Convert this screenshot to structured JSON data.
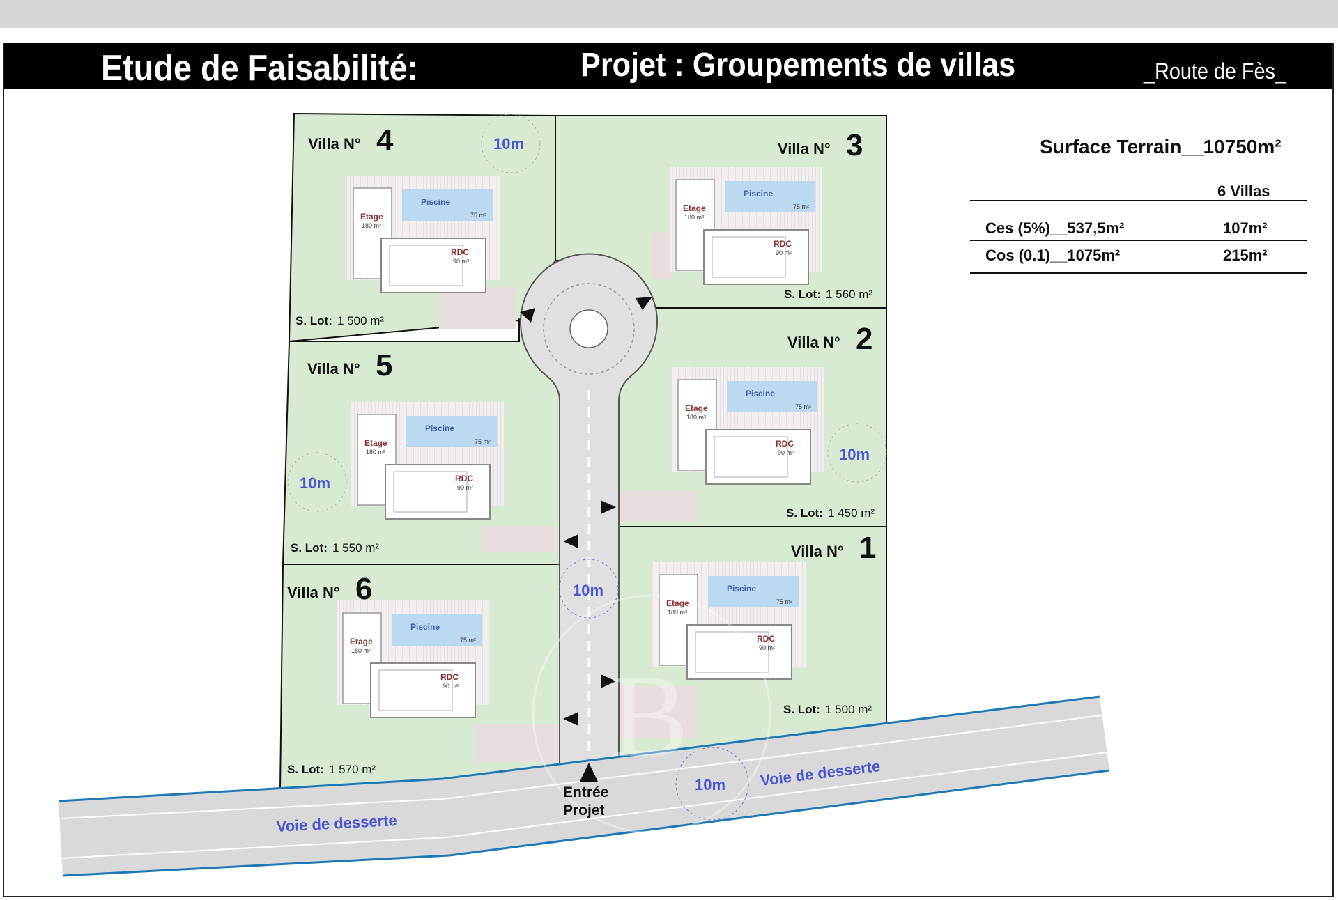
{
  "header": {
    "title": "Etude de Faisabilité:",
    "project": "Projet : Groupements de villas",
    "location": "_Route de Fès_"
  },
  "summary": {
    "surface": "Surface Terrain__10750m²",
    "villas_count": "6 Villas",
    "rows": [
      {
        "label": "Ces (5%)__537,5m²",
        "value": "107m²"
      },
      {
        "label": "Cos (0.1)__1075m²",
        "value": "215m²"
      }
    ]
  },
  "villa_prefix": "Villa N°",
  "villas": [
    {
      "num": "1",
      "lot_label": "S. Lot:",
      "lot_value": "1 500 m²"
    },
    {
      "num": "2",
      "lot_label": "S. Lot:",
      "lot_value": "1 450 m²"
    },
    {
      "num": "3",
      "lot_label": "S. Lot:",
      "lot_value": "1 560 m²"
    },
    {
      "num": "4",
      "lot_label": "S. Lot:",
      "lot_value": "1 500 m²"
    },
    {
      "num": "5",
      "lot_label": "S. Lot:",
      "lot_value": "1 550 m²"
    },
    {
      "num": "6",
      "lot_label": "S. Lot:",
      "lot_value": "1 570 m²"
    }
  ],
  "house": {
    "pool": "Piscine",
    "pool_area": "75 m²",
    "floor": "Etage",
    "floor_area": "180 m²",
    "ground": "RDC",
    "ground_area": "90 m²"
  },
  "setback": "10m",
  "road_label": "Voie de desserte",
  "entrance": {
    "line1": "Entrée",
    "line2": "Projet"
  },
  "colors": {
    "lot_green": "#d9ead3",
    "road_grey": "#d9d9d9",
    "pool_blue": "#bcd9f2",
    "accent_blue": "#4a56d1",
    "road_edge": "#1f78b4"
  }
}
